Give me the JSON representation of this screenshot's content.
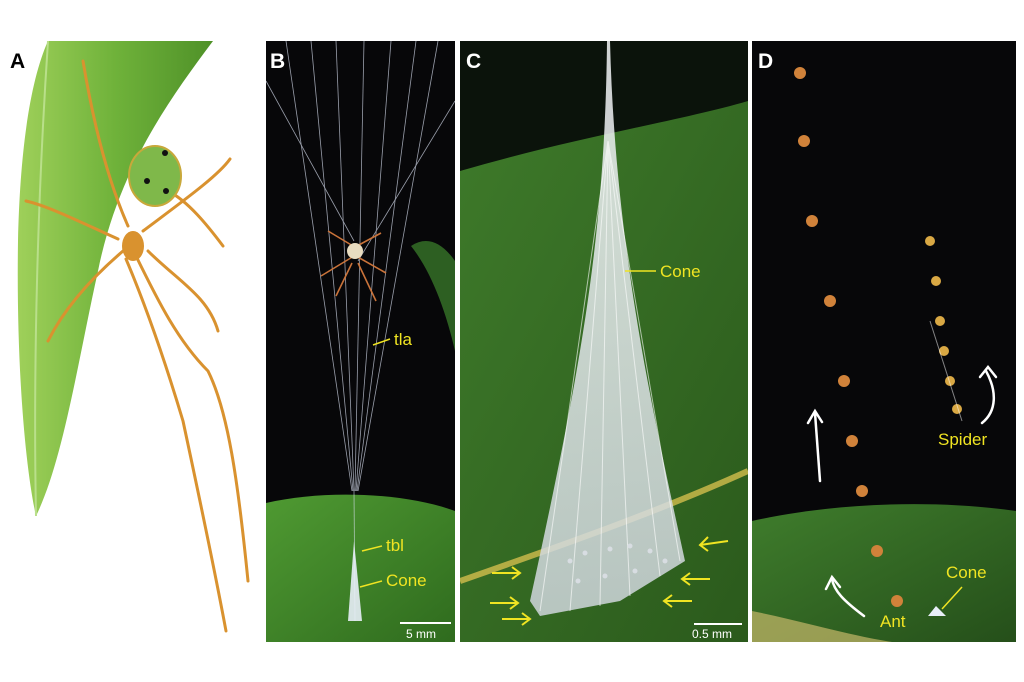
{
  "figure": {
    "panels": [
      {
        "letter": "A"
      },
      {
        "letter": "B",
        "labels": {
          "tla": "tla",
          "tbl": "tbl",
          "cone": "Cone"
        },
        "scale_bar": "5 mm"
      },
      {
        "letter": "C",
        "labels": {
          "cone": "Cone"
        },
        "scale_bar": "0.5 mm"
      },
      {
        "letter": "D",
        "labels": {
          "spider": "Spider",
          "cone": "Cone",
          "ant": "Ant"
        }
      }
    ]
  },
  "colors": {
    "label": "#f0e422",
    "leaf": "#3f8a2a",
    "background_dark": "#070709",
    "spider_body": "#d48a2e"
  }
}
